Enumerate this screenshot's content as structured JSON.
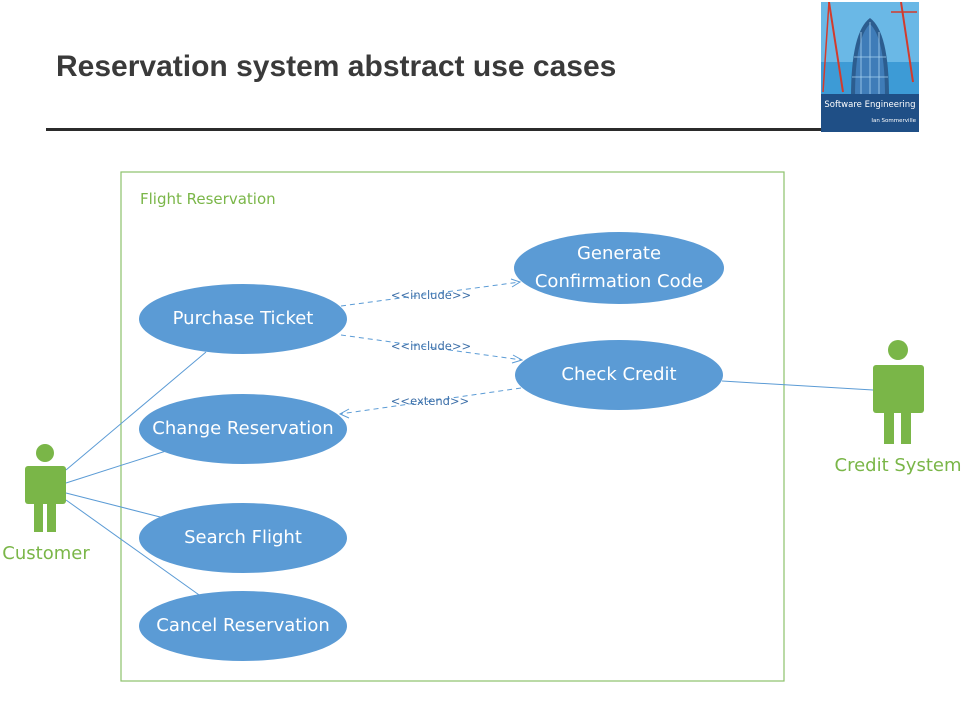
{
  "slide": {
    "title": "Reservation system abstract use cases"
  },
  "book": {
    "title": "Software Engineering",
    "author": "Ian Sommerville"
  },
  "diagram": {
    "system_boundary": "Flight Reservation",
    "actors": {
      "customer": "Customer",
      "credit_system": "Credit System"
    },
    "use_cases": {
      "purchase_ticket": "Purchase Ticket",
      "change_reservation": "Change Reservation",
      "search_flight": "Search Flight",
      "cancel_reservation": "Cancel Reservation",
      "generate_code_line1": "Generate",
      "generate_code_line2": "Confirmation Code",
      "check_credit": "Check Credit"
    },
    "relationships": {
      "include_confirmation": "<<include>>",
      "include_credit": "<<include>>",
      "extend_change": "<<extend>>"
    },
    "colors": {
      "use_case_fill": "#5b9bd5",
      "actor": "#7ab648",
      "boundary": "#8dc26b",
      "association_line": "#5b9bd5",
      "dashed_line": "#5b9bd5"
    }
  }
}
